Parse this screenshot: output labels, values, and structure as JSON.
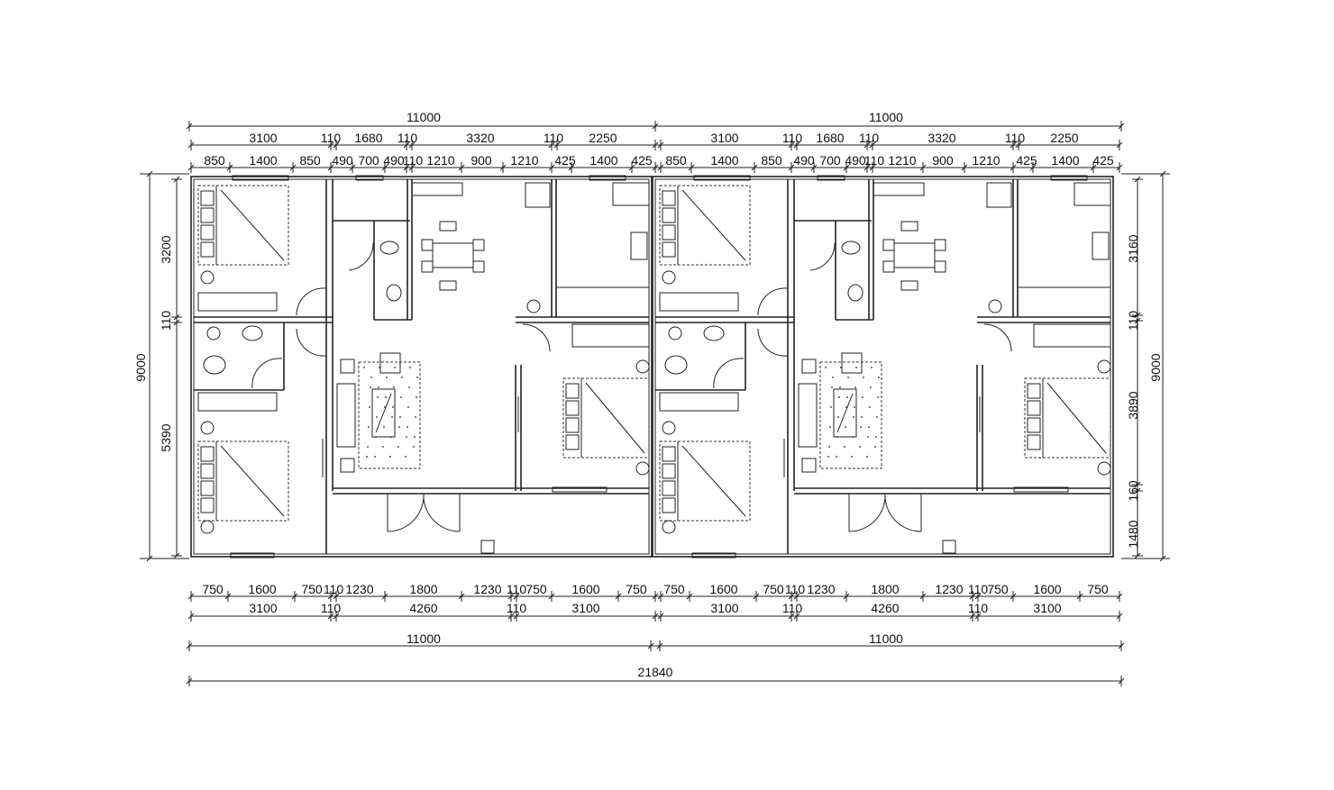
{
  "top_dims": {
    "total": [
      "11000",
      "11000"
    ],
    "row1": [
      "3100",
      "110",
      "1680",
      "110",
      "3320",
      "110",
      "2250"
    ],
    "row2": [
      "850",
      "1400",
      "850",
      "490",
      "700",
      "490",
      "110",
      "1210",
      "900",
      "1210",
      "425",
      "1400",
      "425"
    ]
  },
  "bottom_dims": {
    "row1": [
      "750",
      "1600",
      "750",
      "110",
      "1230",
      "1800",
      "1230",
      "110",
      "750",
      "1600",
      "750"
    ],
    "row2": [
      "3100",
      "110",
      "4260",
      "110",
      "3100"
    ],
    "row3": [
      "11000",
      "11000"
    ],
    "overall": "21840"
  },
  "left_dims": {
    "parts": [
      "3200",
      "110",
      "5390"
    ],
    "total": "9000"
  },
  "right_dims": {
    "parts": [
      "3160",
      "110",
      "3890",
      "160",
      "1480"
    ],
    "total": "9000"
  }
}
